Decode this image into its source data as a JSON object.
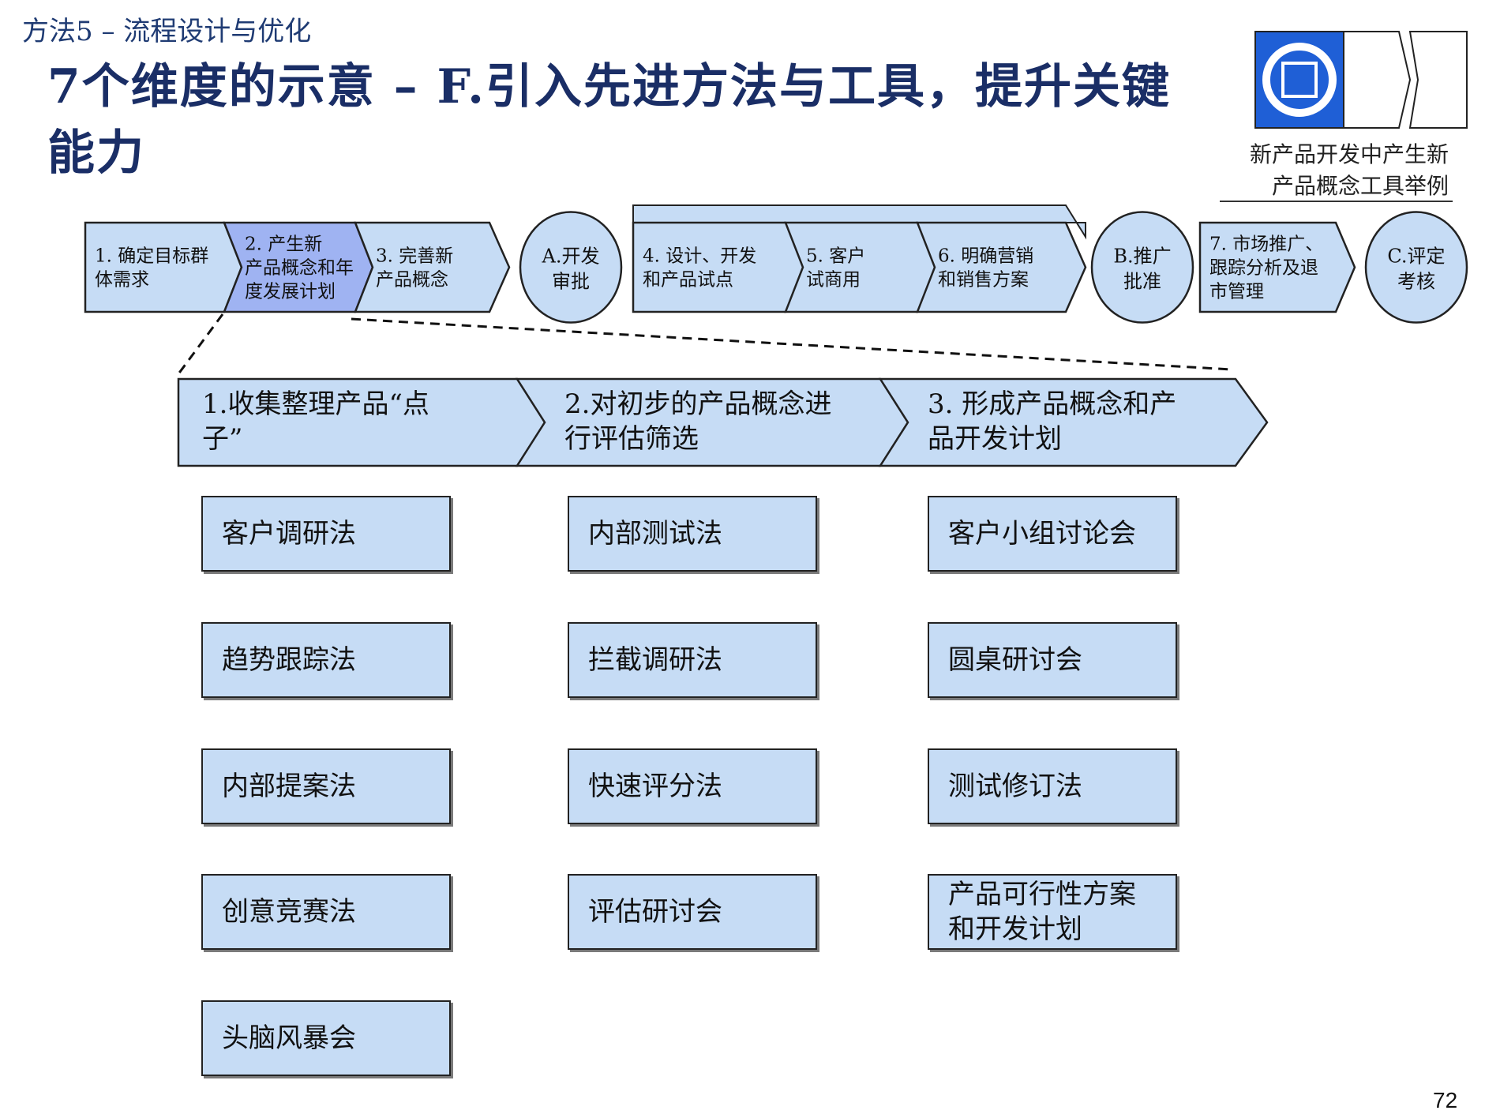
{
  "header": {
    "section": "方法5 – 流程设计与优化",
    "title": "7个维度的示意 – F.引入先进方法与工具，提升关键能力"
  },
  "legend": {
    "caption_line1": "新产品开发中产生新",
    "caption_line2": "产品概念工具举例"
  },
  "process": {
    "steps": [
      {
        "id": "s1",
        "lines": [
          "1. 确定目标群",
          "体需求"
        ]
      },
      {
        "id": "s2",
        "lines": [
          "2. 产生新",
          "产品概念和年",
          "度发展计划"
        ]
      },
      {
        "id": "s3",
        "lines": [
          "3. 完善新",
          "产品概念"
        ]
      },
      {
        "id": "gA",
        "lines": [
          "A.开发",
          "审批"
        ]
      },
      {
        "id": "s4",
        "lines": [
          "4. 设计、开发",
          "和产品试点"
        ]
      },
      {
        "id": "s5",
        "lines": [
          "5. 客户",
          "试商用"
        ]
      },
      {
        "id": "s6",
        "lines": [
          "6. 明确营销",
          "和销售方案"
        ]
      },
      {
        "id": "gB",
        "lines": [
          "B.推广",
          "批准"
        ]
      },
      {
        "id": "s7",
        "lines": [
          "7. 市场推广、",
          "跟踪分析及退",
          "市管理"
        ]
      },
      {
        "id": "gC",
        "lines": [
          "C.评定",
          "考核"
        ]
      }
    ]
  },
  "substeps": [
    {
      "lines": [
        "1.收集整理产品“点",
        "子”"
      ]
    },
    {
      "lines": [
        "2.对初步的产品概念进",
        "行评估筛选"
      ]
    },
    {
      "lines": [
        "3. 形成产品概念和产",
        "品开发计划"
      ]
    }
  ],
  "tools": {
    "col1": [
      "客户调研法",
      "趋势跟踪法",
      "内部提案法",
      "创意竞赛法",
      "头脑风暴会"
    ],
    "col2": [
      "内部测试法",
      "拦截调研法",
      "快速评分法",
      "评估研讨会"
    ],
    "col3": [
      "客户小组讨论会",
      "圆桌研讨会",
      "测试修订法",
      "产品可行性方案和开发计划"
    ]
  },
  "colors": {
    "box_fill": "#c6dcf5",
    "highlight_fill": "#9fb3f2",
    "title_color": "#1a2e66",
    "logo_blue": "#1f5fd6"
  },
  "page_number": "72"
}
